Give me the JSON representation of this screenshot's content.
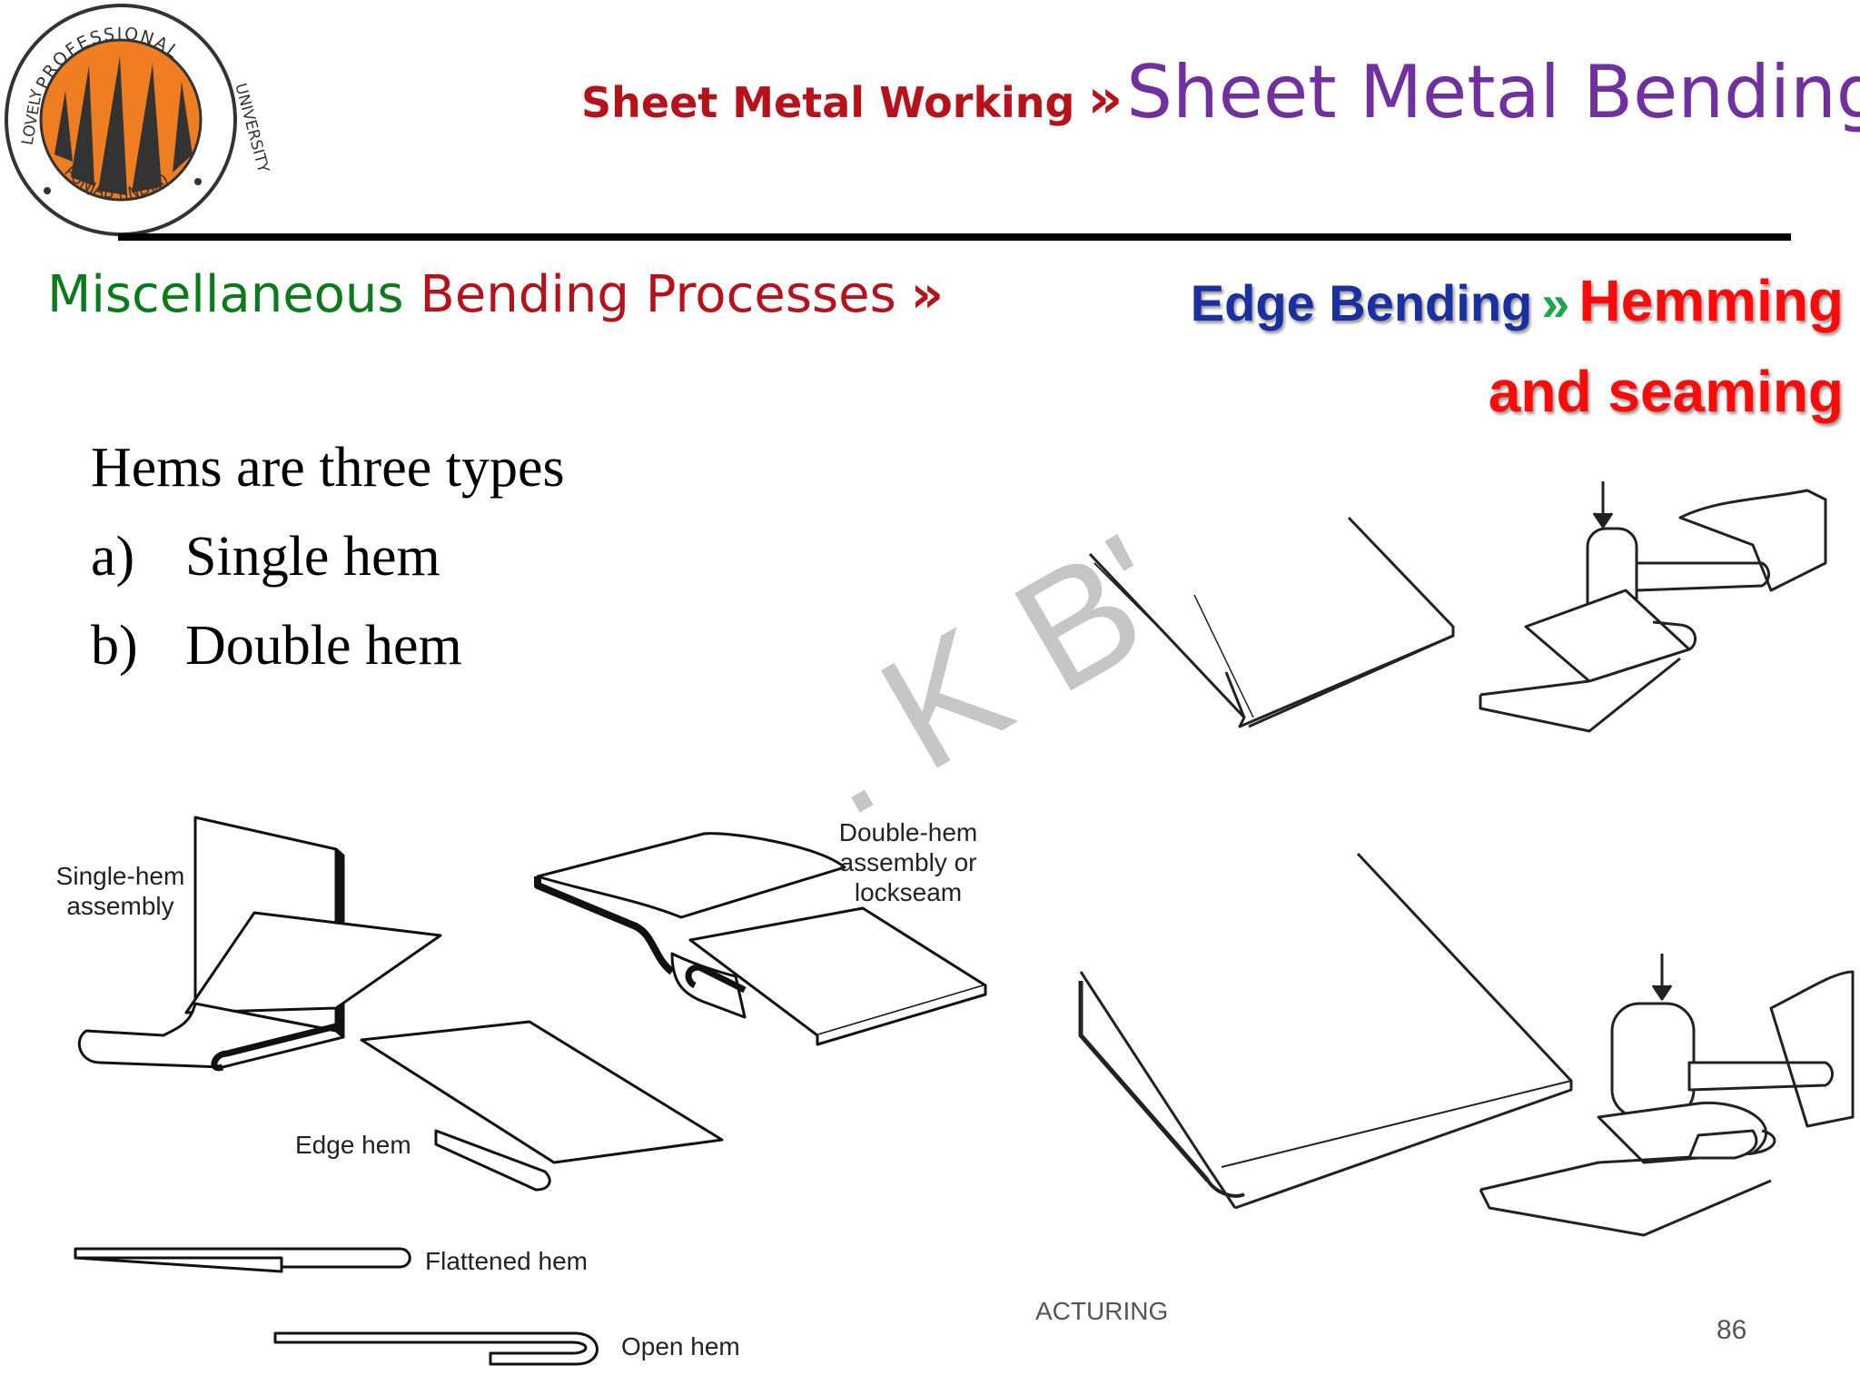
{
  "logo": {
    "top_text": "PROFESSIONAL",
    "left_text": "LOVELY",
    "right_text": "UNIVERSITY",
    "bottom_text": "PUNJAB (INDIA)",
    "colors": {
      "orange": "#ef7d22",
      "dark": "#333333"
    }
  },
  "header": {
    "section": "Sheet Metal Working",
    "separator": "»",
    "title": "Sheet Metal Bending"
  },
  "subheader": {
    "left_part1": "Miscellaneous",
    "left_part2": "Bending Processes",
    "left_sep": "»",
    "right_part1": "Edge Bending",
    "right_sep": "»",
    "right_part2_line1": "Hemming",
    "right_part2_line2": "and seaming"
  },
  "body": {
    "intro": "Hems are three types",
    "items": [
      {
        "marker": "a)",
        "text": "Single hem"
      },
      {
        "marker": "b)",
        "text": "Double hem"
      }
    ]
  },
  "watermark": ". K B'",
  "diagram_labels": {
    "single_hem": [
      "Single-hem",
      "assembly"
    ],
    "double_hem": [
      "Double-hem",
      "assembly or",
      "lockseam"
    ],
    "edge_hem": "Edge hem",
    "flattened_hem": "Flattened hem",
    "open_hem": "Open hem"
  },
  "footer": {
    "text": "ACTURING",
    "page_number": "86"
  },
  "colors": {
    "title_red": "#b5121b",
    "title_purple": "#7030a0",
    "green": "#0c7a1a",
    "blue": "#1a2fa0",
    "bright_red": "#ff0a0a"
  }
}
